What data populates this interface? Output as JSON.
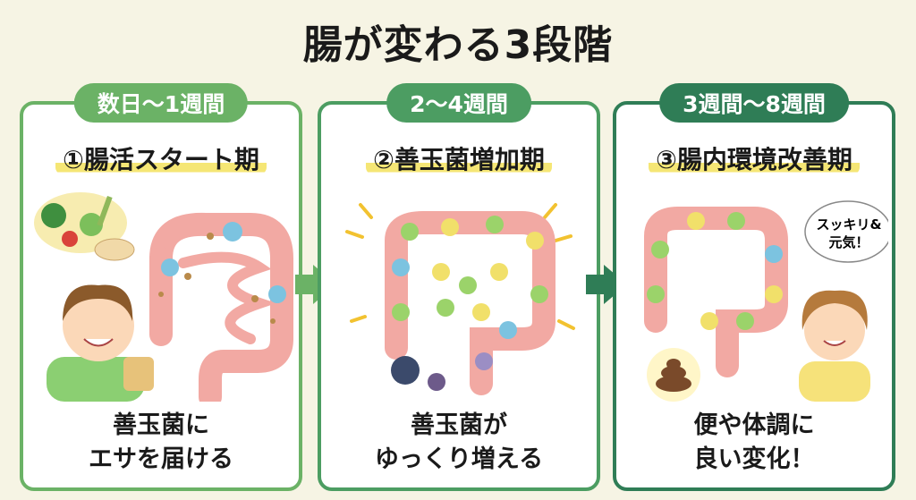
{
  "title": "腸が変わる3段階",
  "colors": {
    "stage1": "#6bb266",
    "stage2": "#4c9d62",
    "stage3": "#2f7d56",
    "highlight": "#f5e675",
    "gut": "#f2a9a3"
  },
  "stages": [
    {
      "period": "数日〜1週間",
      "name": "①腸活スタート期",
      "caption_line1": "善玉菌に",
      "caption_line2": "エサを届ける"
    },
    {
      "period": "2〜4週間",
      "name": "②善玉菌増加期",
      "caption_line1": "善玉菌が",
      "caption_line2": "ゆっくり増える"
    },
    {
      "period": "3週間〜8週間",
      "name": "③腸内環境改善期",
      "caption_line1": "便や体調に",
      "caption_line2": "良い変化！"
    }
  ],
  "speech_bubble": {
    "line1": "スッキリ&",
    "line2": "元気！"
  }
}
